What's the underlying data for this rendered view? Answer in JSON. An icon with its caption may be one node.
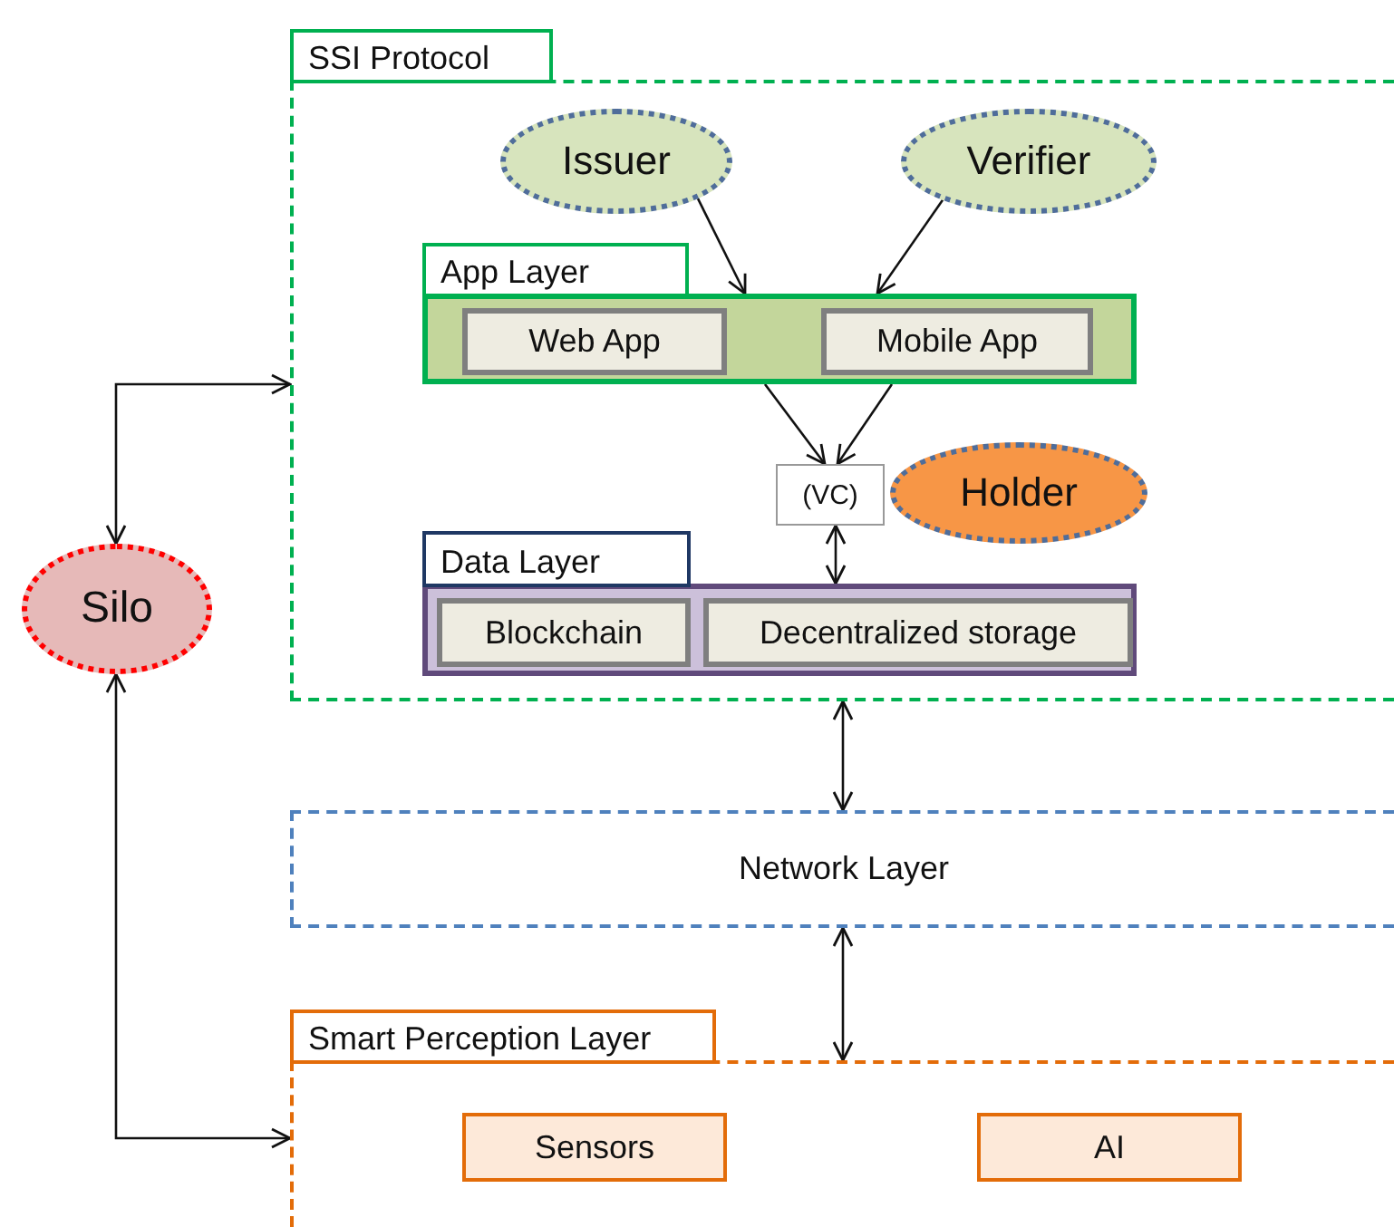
{
  "diagram": {
    "nodes": [
      {
        "text": [
          "SSI Protocol"
        ]
      },
      {
        "text": [
          "Issuer"
        ],
        "in": 0
      },
      {
        "text": [
          "Verifier"
        ],
        "in": 0
      },
      {
        "text": [
          "App Layer"
        ],
        "in": 0
      },
      {
        "text": [
          "Web App"
        ],
        "in": 3
      },
      {
        "text": [
          "Mobile App"
        ],
        "in": 3
      },
      {
        "text": [
          "(VC)"
        ],
        "in": 0
      },
      {
        "text": [
          "Holder"
        ],
        "in": 0
      },
      {
        "text": [
          "Data Layer"
        ],
        "in": 0
      },
      {
        "text": [
          "Blockchain"
        ],
        "in": 8
      },
      {
        "text": [
          "Decentralized storage"
        ],
        "in": 8
      },
      {
        "text": [
          "Network Layer"
        ]
      },
      {
        "text": [
          "Smart Perception Layer"
        ]
      },
      {
        "text": [
          "Sensors"
        ],
        "in": 12
      },
      {
        "text": [
          "AI"
        ],
        "in": 12
      },
      {
        "text": [
          "Silo"
        ]
      }
    ],
    "edges": [
      {
        "from": 1,
        "to": 3,
        "arrow": "to"
      },
      {
        "from": 2,
        "to": 3,
        "arrow": "to"
      },
      {
        "from": 3,
        "to": 6,
        "arrow": "to"
      },
      {
        "from": 3,
        "to": 6,
        "arrow": "to"
      },
      {
        "from": 6,
        "to": 8,
        "arrow": "both"
      },
      {
        "from": 0,
        "to": 11,
        "arrow": "both"
      },
      {
        "from": 11,
        "to": 12,
        "arrow": "both"
      },
      {
        "from": 15,
        "to": 0,
        "arrow": "both"
      },
      {
        "from": 15,
        "to": 12,
        "arrow": "both"
      }
    ]
  }
}
